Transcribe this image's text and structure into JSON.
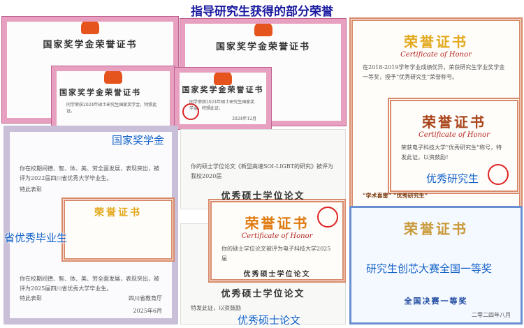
{
  "title": "指导研究生获得的部分荣誉",
  "labels": {
    "national": "国家奖学金",
    "excellent": "优秀研究生",
    "provincial": "省优秀毕业生",
    "thesis": "优秀硕士论文",
    "contest": "研究生创芯大赛全国一等奖"
  },
  "certs": {
    "national_title": "国家奖学金荣誉证书",
    "national_text": "同学荣获2024年硕士研究生国家奖学金，特颁此证。",
    "national_date": "2024年12月",
    "honor_title": "荣誉证书",
    "honor_en": "Certificate of Honor",
    "honor_text1": "在2018-2019学年学业成绩优异，荣获研究生学业奖学金一等奖，授予“优秀研究生”荣誉称号。",
    "honor_text2": "荣获电子科技大学“优秀研究生”称号，特发此证，以资鼓励！",
    "honor_stamp": "“学术喜雷”  “优秀研究生”",
    "prov_text": "你在校期间德、智、体、美、劳全面发展，表现突出，被评为2022届四川省优秀大学毕业生。",
    "prov_text2": "你在校期间德、智、体、美、劳全面发展，表现突出，被评为2025届四川省优秀大学毕业生。",
    "prov_praise": "特此表彰",
    "prov_issuer": "四川省教育厅",
    "prov_date": "2025年6月",
    "prov_small_title": "荣誉证书",
    "thesis_title": "优秀硕士学位论文",
    "thesis_text": "你的硕士学位论文《新型高速SOI-LIGBT的研究》被评为我校2020届",
    "thesis_text2": "你的硕士学位论文被评为电子科技大学2025届",
    "thesis_foot": "特发此证，以资鼓励",
    "contest_title": "荣誉证书",
    "contest_award": "全国决赛一等奖",
    "contest_date": "二零二四年八月"
  }
}
